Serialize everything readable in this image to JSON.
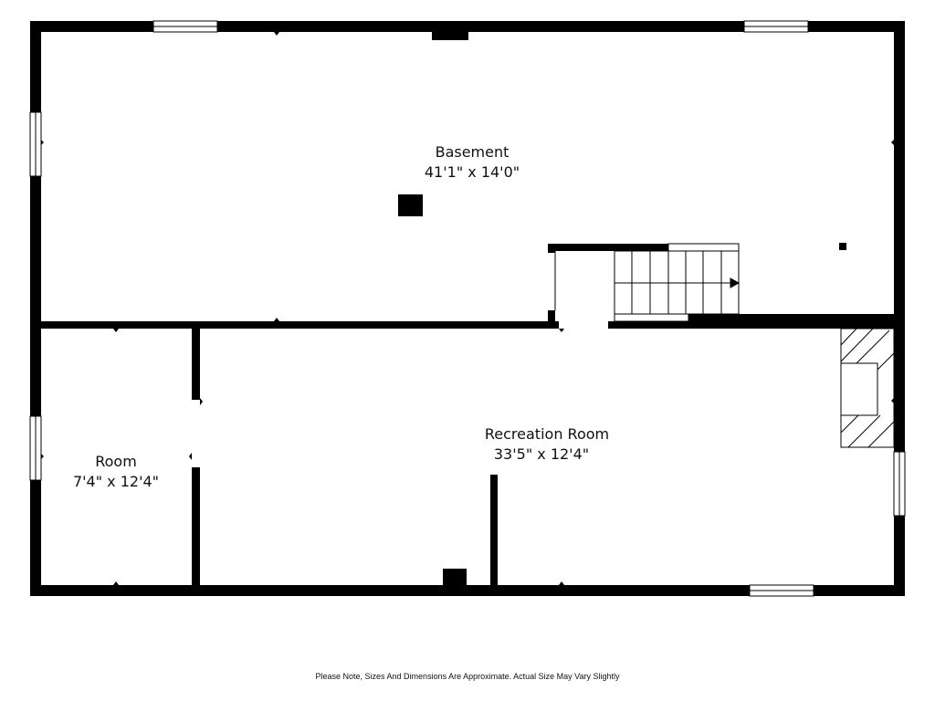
{
  "rooms": {
    "basement": {
      "name": "Basement",
      "dimensions": "41'1\" x 14'0\""
    },
    "recreation_room": {
      "name": "Recreation Room",
      "dimensions": "33'5\" x 12'4\""
    },
    "room": {
      "name": "Room",
      "dimensions": "7'4\" x 12'4\""
    }
  },
  "footer": {
    "note": "Please Note, Sizes And Dimensions Are Approximate. Actual Size May Vary Slightly"
  },
  "colors": {
    "wall": "#000000",
    "background": "#ffffff"
  }
}
